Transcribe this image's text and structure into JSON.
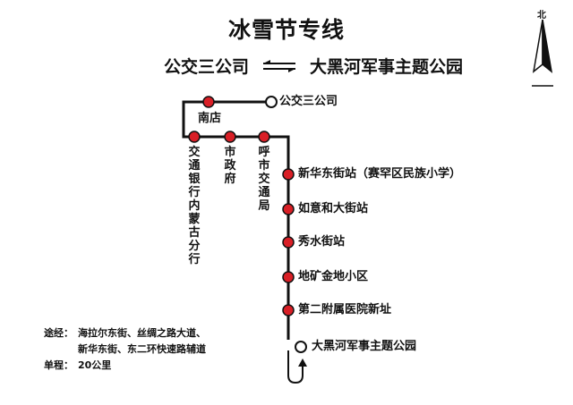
{
  "title": "冰雪节专线",
  "terminals": {
    "from": "公交三公司",
    "to": "大黑河军事主题公园"
  },
  "compass": {
    "north_label": "北"
  },
  "stops": {
    "start": "公交三公司",
    "nandian": "南店",
    "jiaotong": "交通银行内蒙古分行",
    "shizhengfu": "市政府",
    "hushi": "呼市交通局",
    "xinhua": "新华东街站（赛罕区民族小学）",
    "ruyi": "如意和大街站",
    "xiushui": "秀水街站",
    "dikuang": "地矿金地小区",
    "fuyuan": "第二附属医院新址",
    "end": "大黑河军事主题公园"
  },
  "info": {
    "via_label": "途经：",
    "via_line1": "海拉尔东街、丝绸之路大道、",
    "via_line2": "新华东街、东二环快速路辅道",
    "distance_label": "单程：",
    "distance_value": "20公里"
  },
  "colors": {
    "stop": "#d91f26",
    "line": "#111111"
  },
  "icons": [
    "two-way-arrow-icon",
    "north-arrow-icon",
    "u-turn-arrow-icon"
  ]
}
